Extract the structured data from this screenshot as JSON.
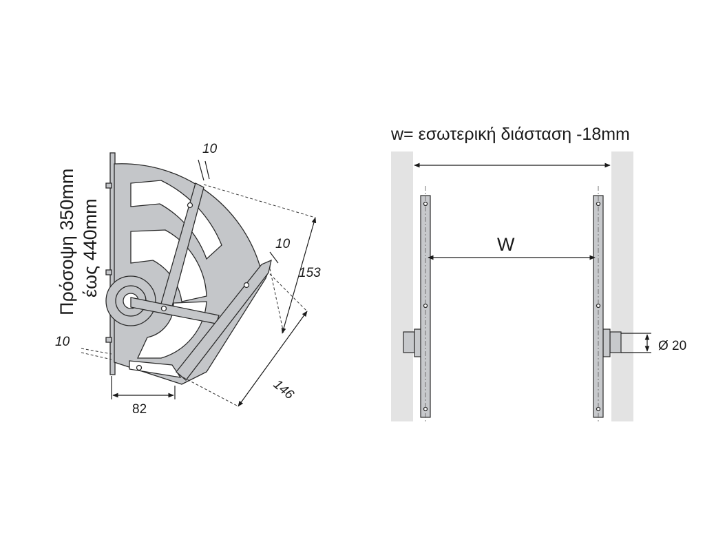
{
  "left_view": {
    "vertical_label_line1": "Πρόσοψη 350mm",
    "vertical_label_line2": "έως 440mm",
    "dims": {
      "top_thickness": "10",
      "right_thickness": "10",
      "left_thickness": "10",
      "height_153": "153",
      "depth_146": "146",
      "width_82": "82"
    }
  },
  "right_view": {
    "title": "w= εσωτερική διάσταση -18mm",
    "inner_width_label": "W",
    "pin_diameter": "Ø 20"
  }
}
